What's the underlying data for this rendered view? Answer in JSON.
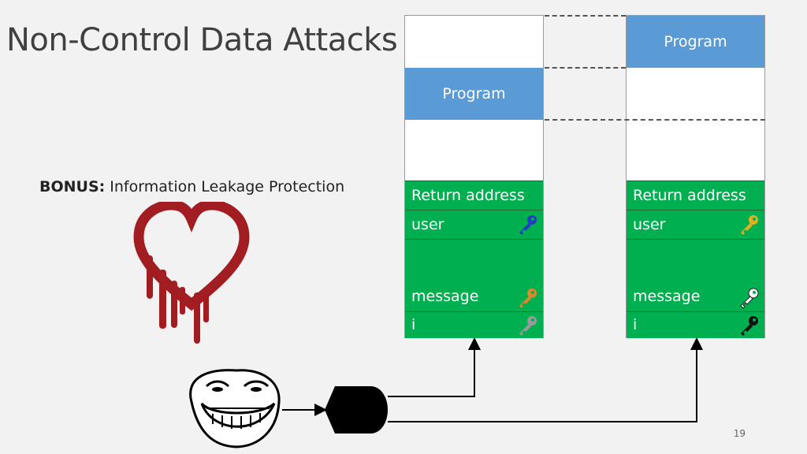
{
  "title": "Non-Control Data Attacks",
  "bonus": {
    "strong": "BONUS:",
    "text": " Information Leakage Protection"
  },
  "stacks": {
    "left": {
      "program_label": "Program",
      "return_label": "Return address",
      "user_label": "user",
      "message_label": "message",
      "i_label": "i"
    },
    "right": {
      "program_label": "Program",
      "return_label": "Return address",
      "user_label": "user",
      "message_label": "message",
      "i_label": "i"
    }
  },
  "keys": {
    "left_user": "#1f3fbf",
    "left_message": "#e0852a",
    "left_i": "#9a9a9a",
    "right_user": "#e0b020",
    "right_message": "#ffffff",
    "right_i": "#111111"
  },
  "colors": {
    "program": "#5b9bd5",
    "stack_slot": "#00b050",
    "heartbleed": "#a11d22"
  },
  "page_number": "19"
}
